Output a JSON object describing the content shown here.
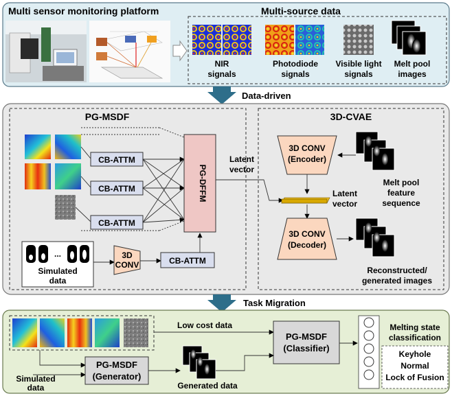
{
  "top": {
    "title": "Multi sensor monitoring platform",
    "multisource_title": "Multi-source data",
    "nir_line1": "NIR",
    "nir_line2": "signals",
    "pd_line1": "Photodiode",
    "pd_line2": "signals",
    "vis_line1": "Visible light",
    "vis_line2": "signals",
    "mp_line1": "Melt pool",
    "mp_line2": "images"
  },
  "arrow1_label": "Data-driven",
  "pgmsdf": {
    "title": "PG-MSDF",
    "cb_attm": "CB-ATTM",
    "conv_line1": "3D",
    "conv_line2": "CONV",
    "simulated_line1": "Simulated",
    "simulated_line2": "data",
    "dots": "...",
    "dffm": "PG-DFFM",
    "latent_line1": "Latent",
    "latent_line2": "vector"
  },
  "cvae": {
    "title": "3D-CVAE",
    "encoder_line1": "3D CONV",
    "encoder_line2": "(Encoder)",
    "decoder_line1": "3D CONV",
    "decoder_line2": "(Decoder)",
    "latent_line1": "Latent",
    "latent_line2": "vector",
    "mp_line1": "Melt pool",
    "mp_line2": "feature",
    "mp_line3": "sequence",
    "rec_line1": "Reconstructed/",
    "rec_line2": "generated images"
  },
  "arrow2_label": "Task Migration",
  "bottom": {
    "low_cost": "Low cost data",
    "classifier_line1": "PG-MSDF",
    "classifier_line2": "(Classifier)",
    "generator_line1": "PG-MSDF",
    "generator_line2": "(Generator)",
    "simulated_line1": "Simulated",
    "simulated_line2": "data",
    "generated": "Generated data",
    "melting_line1": "Melting state",
    "melting_line2": "classification",
    "keyhole": "Keyhole",
    "normal": "Normal",
    "lof": "Lock of Fusion"
  },
  "colors": {
    "panel_top": "#dfeef3",
    "panel_mid": "#e9e9e9",
    "panel_bottom": "#e6efd6",
    "cb_attm": "#d9deee",
    "dffm": "#efc7c5",
    "conv": "#fbd7bf",
    "latent_bar": "#d8a800",
    "big_arrow": "#2e6e8a"
  }
}
